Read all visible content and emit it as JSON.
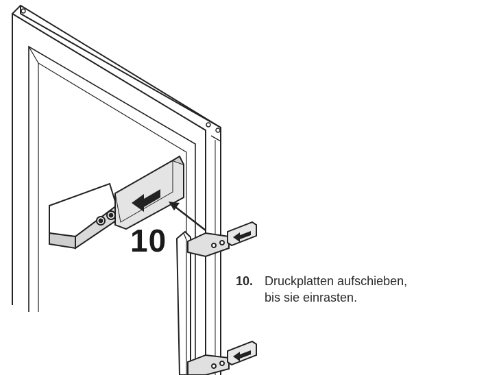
{
  "step": {
    "number": "10"
  },
  "instruction": {
    "number": "10.",
    "line1": "Druckplatten aufschieben,",
    "line2": "bis sie einrasten."
  },
  "colors": {
    "stroke": "#222222",
    "plate": "#e0e0e0",
    "shade": "#bdbdbd",
    "background": "#ffffff"
  },
  "icons": [
    "arrow-left-icon",
    "arrow-left-icon",
    "arrow-left-icon",
    "pointer-arrow-icon"
  ]
}
